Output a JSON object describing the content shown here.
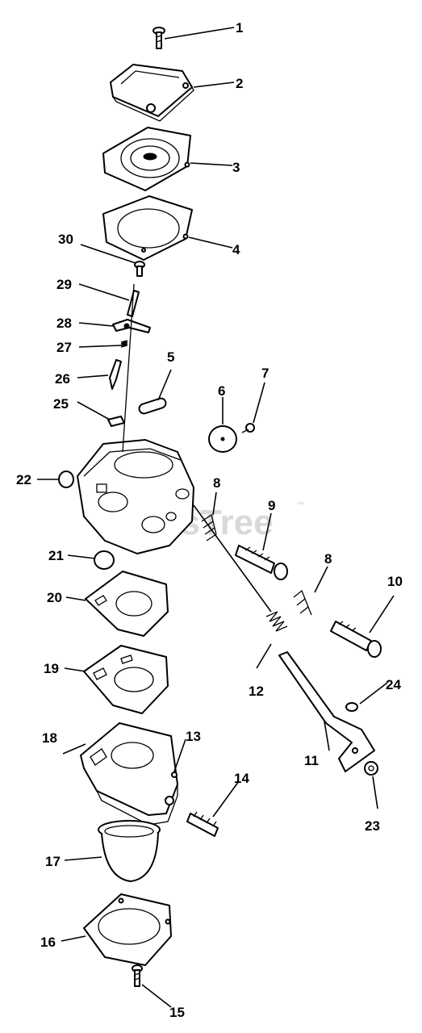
{
  "watermark": {
    "text": "PartsTree",
    "tm": "™"
  },
  "callouts": [
    "1",
    "2",
    "3",
    "4",
    "5",
    "6",
    "7",
    "8",
    "8",
    "9",
    "10",
    "11",
    "12",
    "13",
    "14",
    "15",
    "16",
    "17",
    "18",
    "19",
    "20",
    "21",
    "22",
    "23",
    "24",
    "25",
    "26",
    "27",
    "28",
    "29",
    "30"
  ]
}
